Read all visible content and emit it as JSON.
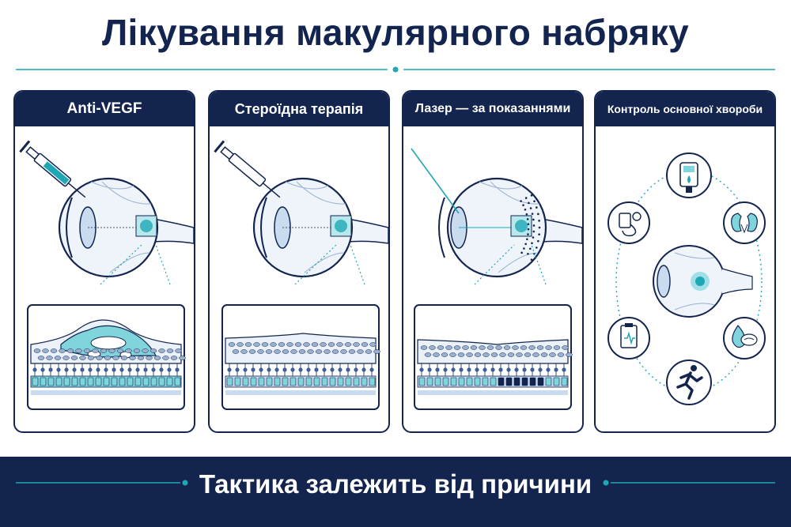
{
  "title": "Лікування макулярного набряку",
  "panels": [
    {
      "heading": "Anti-VEGF"
    },
    {
      "heading": "Стероїдна терапія"
    },
    {
      "heading": "Лазер — за показаннями"
    },
    {
      "heading": "Контроль основної хвороби"
    }
  ],
  "footer": "Тактика залежить від причини",
  "icons": [
    "glucometer-icon",
    "kidneys-icon",
    "blood-pressure-icon",
    "eye-icon",
    "lipid-drop-icon",
    "cardiogram-clipboard-icon",
    "running-person-icon"
  ],
  "colors": {
    "navy": "#13254f",
    "teal": "#1fa7b5",
    "light_teal": "#7fd5db",
    "pale_blue": "#eef4fa"
  }
}
